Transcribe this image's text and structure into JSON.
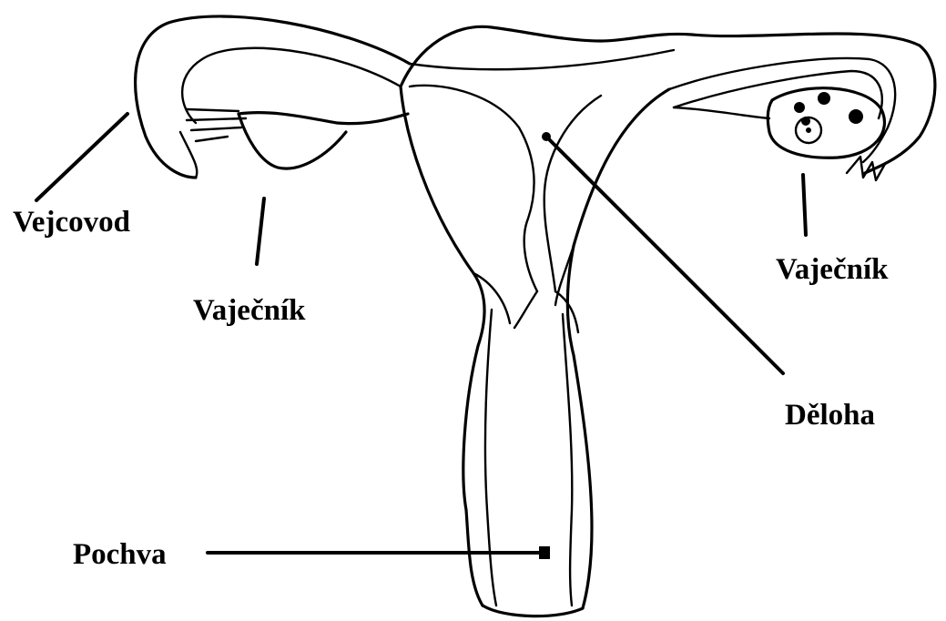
{
  "labels": {
    "fallopian_tube": "Vejcovod",
    "ovary_left": "Vaječník",
    "ovary_right": "Vaječník",
    "uterus": "Děloha",
    "vagina": "Pochva"
  }
}
